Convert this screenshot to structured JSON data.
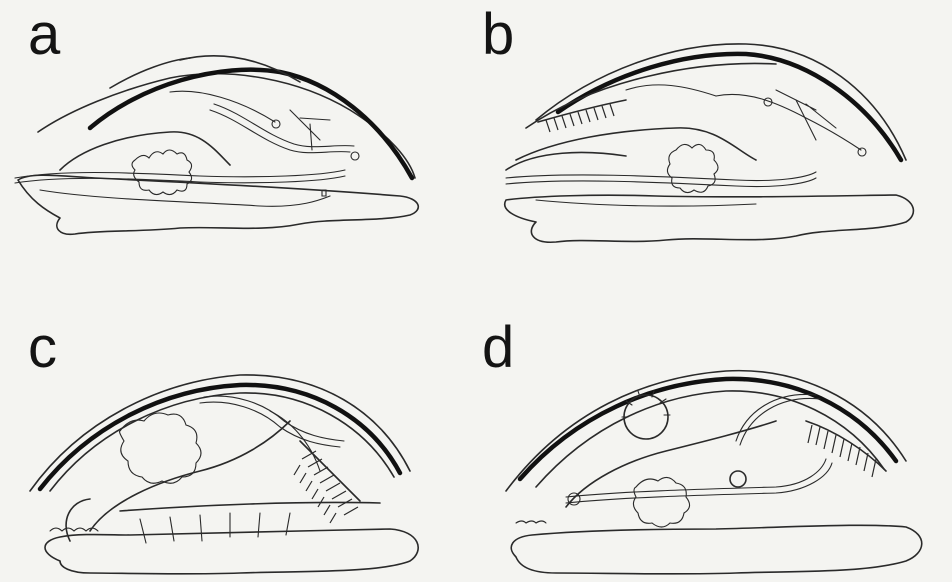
{
  "figure": {
    "panels": [
      {
        "label": "a"
      },
      {
        "label": "b"
      },
      {
        "label": "c"
      },
      {
        "label": "d"
      }
    ]
  }
}
